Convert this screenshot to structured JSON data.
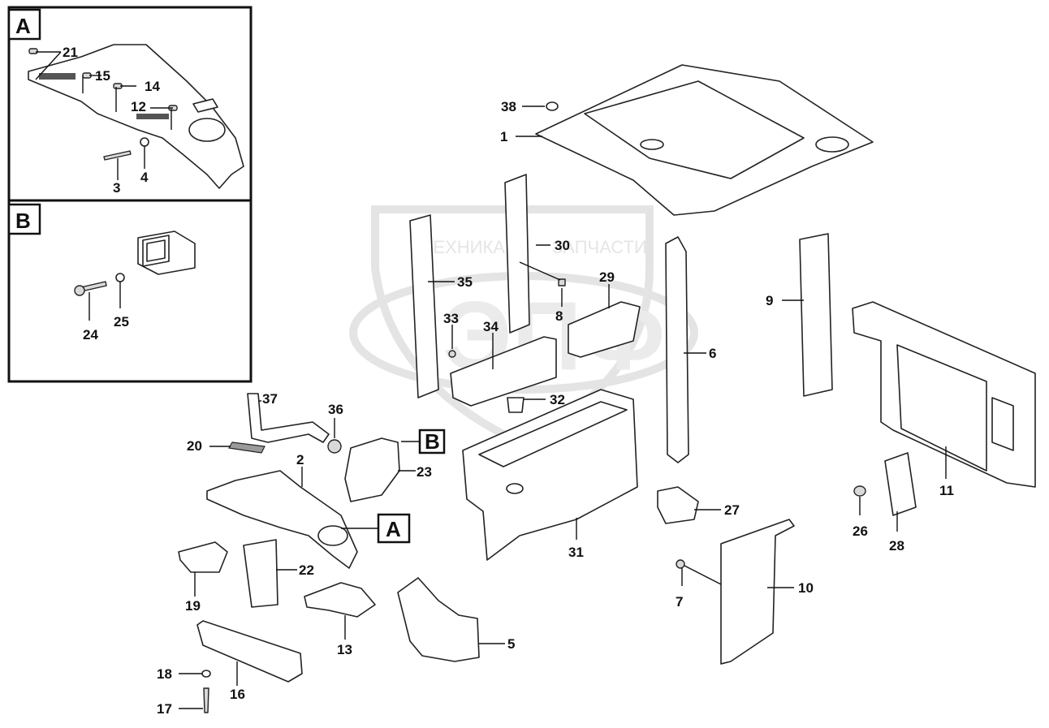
{
  "watermark": {
    "line1": "ТЕХНИКА",
    "line2": "ЗАПЧАСТИ",
    "logo_letters": "ЭПФ"
  },
  "detail_views": [
    {
      "id": "A",
      "label": "A",
      "callouts": [
        "21",
        "15",
        "14",
        "12",
        "3",
        "4"
      ]
    },
    {
      "id": "B",
      "label": "B",
      "callouts": [
        "24",
        "25"
      ]
    }
  ],
  "main_callouts": {
    "c1": "1",
    "c2": "2",
    "c5": "5",
    "c6": "6",
    "c7": "7",
    "c8": "8",
    "c9": "9",
    "c10": "10",
    "c11": "11",
    "c13": "13",
    "c16": "16",
    "c17": "17",
    "c18": "18",
    "c19": "19",
    "c20": "20",
    "c22": "22",
    "c23": "23",
    "c26": "26",
    "c27": "27",
    "c28": "28",
    "c29": "29",
    "c30": "30",
    "c31": "31",
    "c32": "32",
    "c33": "33",
    "c34": "34",
    "c35": "35",
    "c36": "36",
    "c37": "37",
    "c38": "38"
  },
  "detail_callouts": {
    "a21": "21",
    "a15": "15",
    "a14": "14",
    "a12": "12",
    "a3": "3",
    "a4": "4",
    "b24": "24",
    "b25": "25"
  },
  "reference_tags": {
    "tagA": "A",
    "tagB": "B"
  }
}
